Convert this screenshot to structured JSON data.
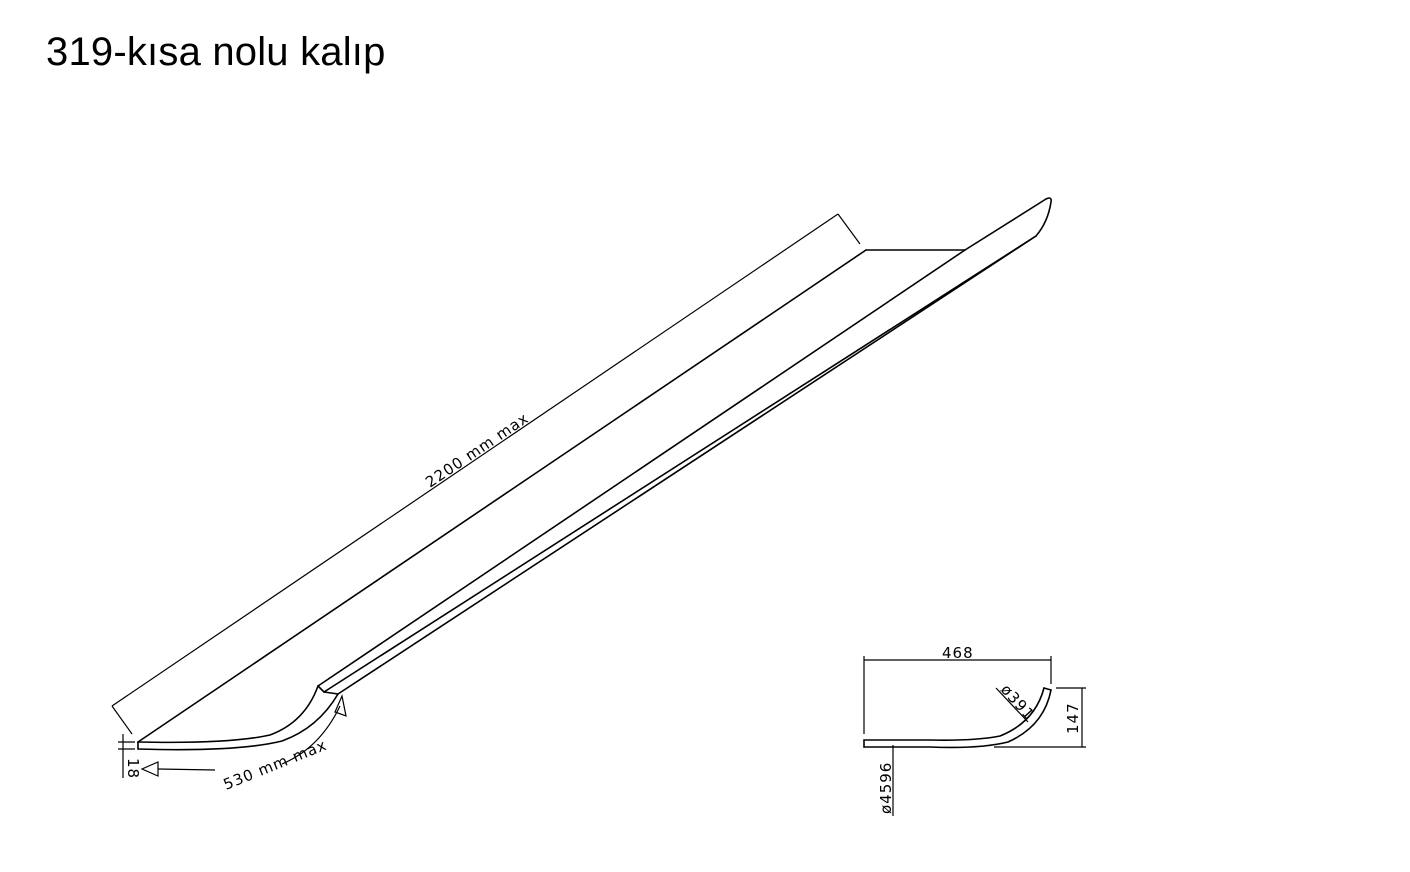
{
  "drawing": {
    "title": "319-kısa nolu kalıp",
    "dimensions": {
      "length": "2200 mm max",
      "developed_width": "530 mm max",
      "thickness": "18",
      "section_width": "468",
      "section_height": "147",
      "small_radius": "ø391",
      "large_radius": "ø4596"
    }
  }
}
